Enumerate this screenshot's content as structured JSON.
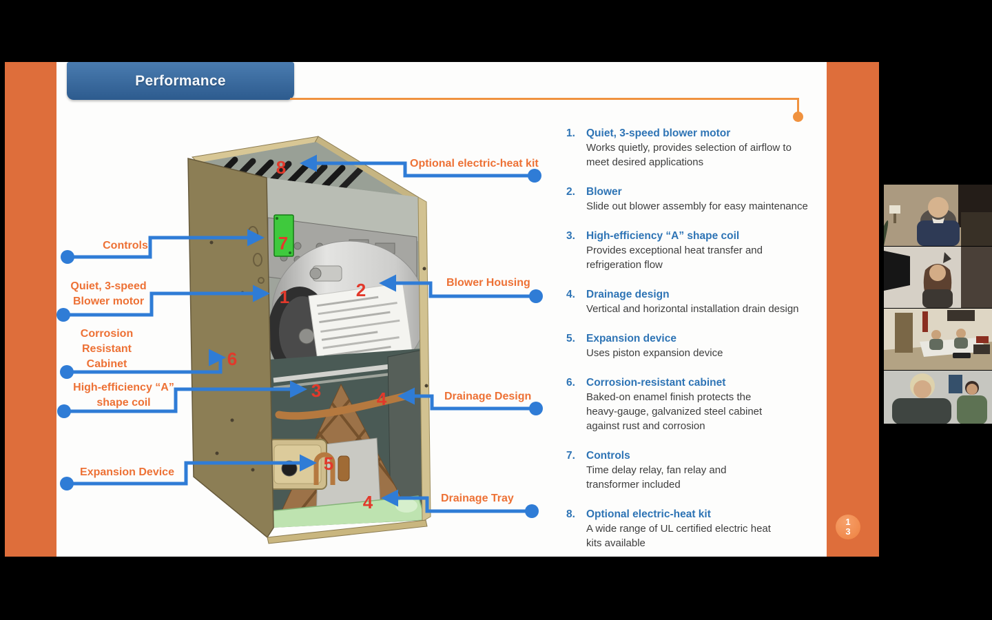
{
  "slide": {
    "title": "Performance",
    "page_number_lines": [
      "1",
      "3"
    ],
    "features": [
      {
        "num": "1.",
        "heading": "Quiet, 3-speed blower motor",
        "body": "Works quietly, provides selection of airflow to\nmeet desired applications"
      },
      {
        "num": "2.",
        "heading": "Blower",
        "body": "Slide out blower assembly for easy maintenance"
      },
      {
        "num": "3.",
        "heading": "High-efficiency “A” shape coil",
        "body": "Provides exceptional heat transfer and\nrefrigeration  flow"
      },
      {
        "num": "4.",
        "heading": "Drainage design",
        "body": "Vertical and horizontal installation drain design"
      },
      {
        "num": "5.",
        "heading": "Expansion device",
        "body": "Uses piston expansion device"
      },
      {
        "num": "6.",
        "heading": "Corrosion-resistant cabinet",
        "body": "Baked-on enamel finish protects the\nheavy-gauge, galvanized steel cabinet\nagainst rust and corrosion"
      },
      {
        "num": "7.",
        "heading": "Controls",
        "body": "Time delay relay, fan relay and\ntransformer included"
      },
      {
        "num": "8.",
        "heading": "Optional electric-heat kit",
        "body": "A wide range of UL certified electric heat\nkits available"
      }
    ],
    "diagram": {
      "callouts_left": [
        {
          "label": "Controls"
        },
        {
          "label": "Quiet, 3-speed\nBlower motor"
        },
        {
          "label": "Corrosion\nResistant\nCabinet"
        },
        {
          "label": "High-efficiency “A”\nshape coil"
        },
        {
          "label": "Expansion Device"
        }
      ],
      "callouts_right": [
        {
          "label": "Optional electric-heat kit"
        },
        {
          "label": "Blower Housing"
        },
        {
          "label": "Drainage Design"
        },
        {
          "label": "Drainage Tray"
        }
      ],
      "numbers": {
        "n1": "1",
        "n2": "2",
        "n3": "3",
        "n4": "4",
        "n4b": "4",
        "n5": "5",
        "n6": "6",
        "n7": "7",
        "n8": "8"
      }
    },
    "colors": {
      "accent_orange": "#DE6E3B",
      "connector_orange": "#F0923F",
      "banner_blue": "#3A6EA5",
      "heading_blue": "#2E74B5",
      "label_orange": "#ED7135",
      "callout_blue": "#2F7CD6",
      "number_red": "#E2392B"
    }
  },
  "video_panel": {
    "participant_count": "4"
  }
}
